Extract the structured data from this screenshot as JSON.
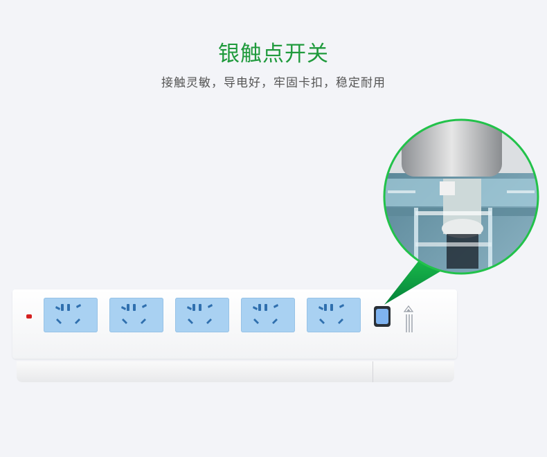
{
  "header": {
    "title": "银触点开关",
    "subtitle": "接触灵敏，导电好，牢固卡扣，稳定耐用"
  },
  "colors": {
    "title_green": "#1f9a3c",
    "socket_blue": "#a9d1f2",
    "zoom_border_green": "#22c24a"
  },
  "product": {
    "socket_count": 5,
    "icons": [
      "power-indicator-light",
      "socket-icon",
      "switch-button",
      "brand-logo",
      "zoom-magnifier"
    ]
  }
}
